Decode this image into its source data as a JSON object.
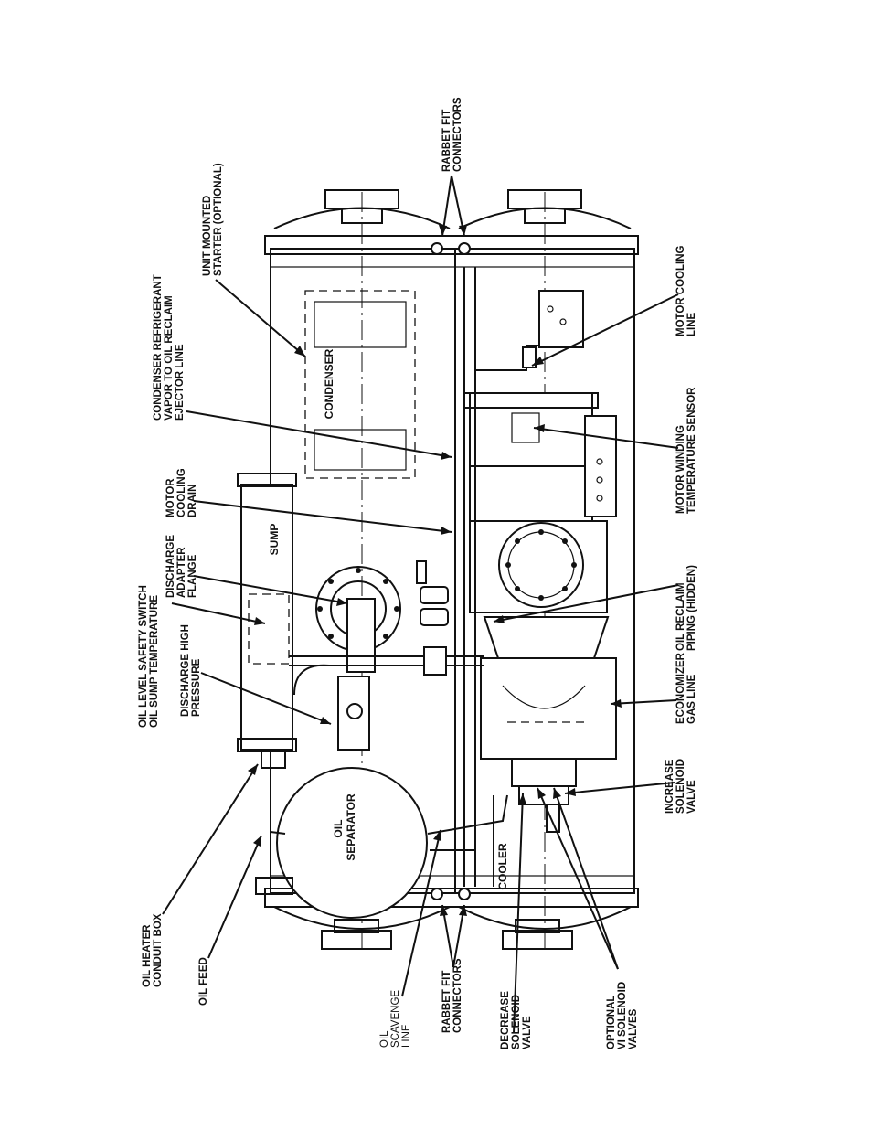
{
  "callouts": {
    "unit_mounted_starter": [
      "UNIT MOUNTED",
      "STARTER (OPTIONAL)"
    ],
    "rabbet_fit_top": [
      "RABBET FIT",
      "CONNECTORS"
    ],
    "motor_cooling_line": [
      "MOTOR COOLING",
      "LINE"
    ],
    "condenser_refrigerant": [
      "CONDENSER REFRIGERANT",
      "VAPOR TO OIL RECLAIM",
      "EJECTOR LINE"
    ],
    "motor_winding_sensor": [
      "MOTOR WINDING",
      "TEMPERATURE SENSOR"
    ],
    "motor_cooling_drain": [
      "MOTOR",
      "COOLING",
      "DRAIN"
    ],
    "discharge_adapter_flange": [
      "DISCHARGE",
      "ADAPTER",
      "FLANGE"
    ],
    "oil_level_safety_switch": [
      "OIL LEVEL SAFETY SWITCH",
      "OIL SUMP TEMPERATURE"
    ],
    "oil_reclaim_piping": [
      "OIL RECLAIM",
      "PIPING (HIDDEN)"
    ],
    "discharge_high_pressure": [
      "DISCHARGE HIGH",
      "PRESSURE"
    ],
    "economizer_gas_line": [
      "ECONOMIZER",
      "GAS LINE"
    ],
    "increase_solenoid_valve": [
      "INCREASE",
      "SOLENOID",
      "VALVE"
    ],
    "oil_heater_conduit_box": [
      "OIL HEATER",
      "CONDUIT BOX"
    ],
    "oil_feed": [
      "OIL FEED"
    ],
    "oil_scavenge_line": [
      "OIL",
      "SCAVENGE",
      "LINE"
    ],
    "rabbet_fit_bottom": [
      "RABBET FIT",
      "CONNECTORS"
    ],
    "decrease_solenoid_valve": [
      "DECREASE",
      "SOLENOID",
      "VALVE"
    ],
    "optional_vi_solenoid_valves": [
      "OPTIONAL",
      "VI SOLENOID",
      "VALVES"
    ]
  },
  "components": {
    "condenser": "CONDENSER",
    "sump": "SUMP",
    "oil_separator": [
      "OIL",
      "SEPARATOR"
    ],
    "cooler": "COOLER"
  }
}
